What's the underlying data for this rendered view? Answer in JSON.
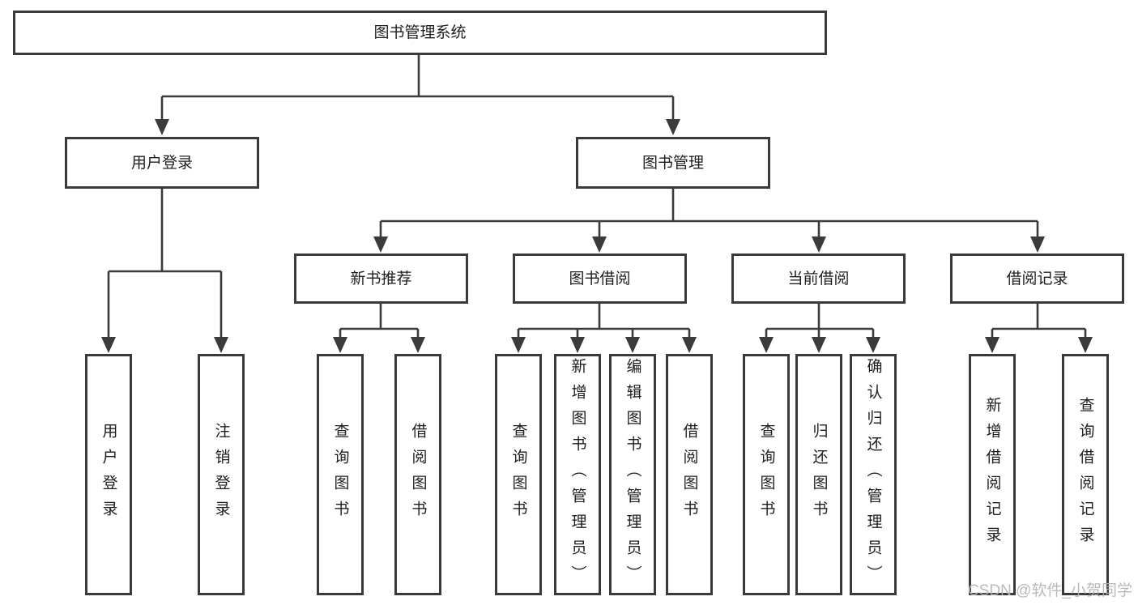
{
  "colors": {
    "line": "#3b3b3b",
    "box_border": "#3a3a3a",
    "box_bg": "#ffffff",
    "text": "#1e1e1e",
    "watermark": "#b3b3b3",
    "background": "#ffffff"
  },
  "diagram": {
    "root": {
      "label": "图书管理系统"
    },
    "branches": [
      {
        "label": "用户登录",
        "children": [
          {
            "label": "用户登录"
          },
          {
            "label": "注销登录"
          }
        ]
      },
      {
        "label": "图书管理",
        "modules": [
          {
            "label": "新书推荐",
            "children": [
              {
                "label": "查询图书"
              },
              {
                "label": "借阅图书"
              }
            ]
          },
          {
            "label": "图书借阅",
            "children": [
              {
                "label": "查询图书"
              },
              {
                "label": "新增图书（管理员）"
              },
              {
                "label": "编辑图书（管理员）"
              },
              {
                "label": "借阅图书"
              }
            ]
          },
          {
            "label": "当前借阅",
            "children": [
              {
                "label": "查询图书"
              },
              {
                "label": "归还图书"
              },
              {
                "label": "确认归还（管理员）"
              }
            ]
          },
          {
            "label": "借阅记录",
            "children": [
              {
                "label": "新增借阅记录"
              },
              {
                "label": "查询借阅记录"
              }
            ]
          }
        ]
      }
    ]
  },
  "watermark": {
    "text": "CSDN @软件_小贺同学"
  }
}
